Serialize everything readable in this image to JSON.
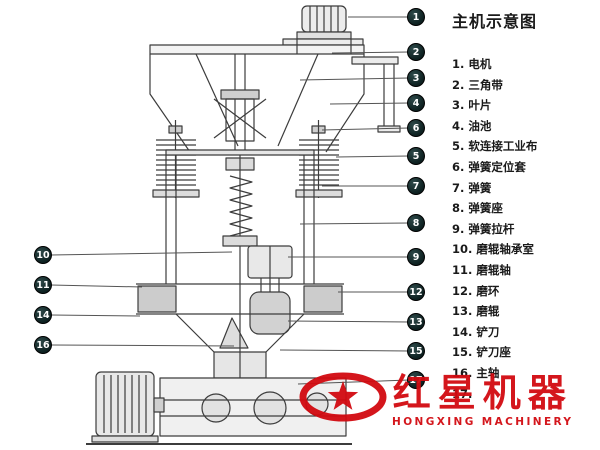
{
  "legend": {
    "title": "主机示意图",
    "items": [
      "1. 电机",
      "2. 三角带",
      "3. 叶片",
      "4. 油池",
      "5. 软连接工业布",
      "6. 弹簧定位套",
      "7. 弹簧",
      "8. 弹簧座",
      "9. 弹簧拉杆",
      "10. 磨辊轴承室",
      "11. 磨辊轴",
      "12. 磨环",
      "13. 磨辊",
      "14. 铲刀",
      "15. 铲刀座",
      "16. 主轴",
      "17."
    ]
  },
  "callouts": [
    "1",
    "2",
    "3",
    "4",
    "6",
    "5",
    "7",
    "8",
    "9",
    "12",
    "13",
    "15",
    "17",
    "10",
    "11",
    "14",
    "16"
  ],
  "watermark": {
    "brand_cn": "红星机器",
    "brand_en": "HONGXING MACHINERY",
    "color": "#d20a10"
  },
  "colors": {
    "line": "#3c3c3c",
    "callout_bg": "#0d2020",
    "accent_red": "#d20a10"
  }
}
